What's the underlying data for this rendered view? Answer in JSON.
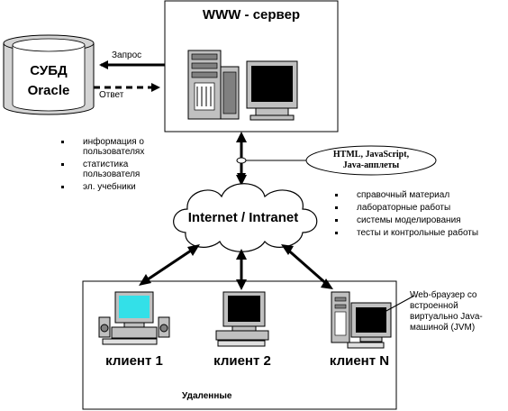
{
  "server": {
    "title": "WWW - сервер"
  },
  "database": {
    "line1": "СУБД",
    "line2": "Oracle"
  },
  "arrows": {
    "request": "Запрос",
    "answer": "Ответ"
  },
  "db_info": [
    "информация о пользователях",
    "статистика пользователя",
    "эл. учебники"
  ],
  "server_content": {
    "line1": "HTML, JavaScript,",
    "line2": "Java-апплеты"
  },
  "network": {
    "label": "Internet / Intranet"
  },
  "network_info": [
    "справочный  материал",
    "лабораторные работы",
    "системы моделирования",
    "тесты и контрольные работы"
  ],
  "clients": [
    {
      "label": "клиент 1"
    },
    {
      "label": "клиент 2"
    },
    {
      "label": "клиент N"
    }
  ],
  "browser_note": [
    "Web-браузер со",
    "встроенной",
    "виртуально Java-",
    "машиной (JVM)"
  ],
  "clients_group": {
    "label": "Удаленные"
  }
}
